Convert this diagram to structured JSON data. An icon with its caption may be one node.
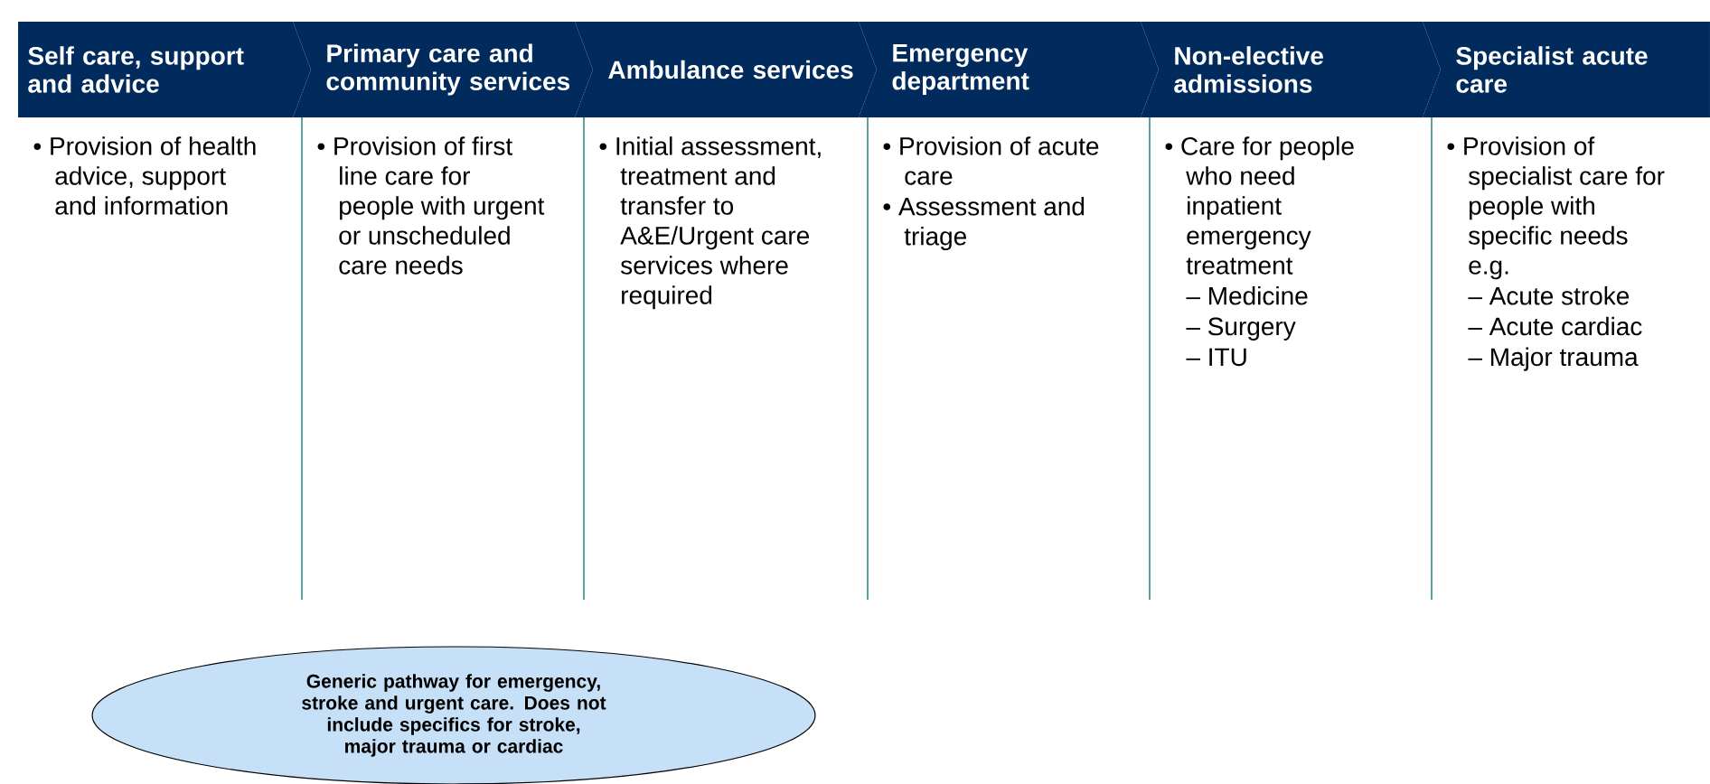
{
  "diagram": {
    "nodes": [
      {
        "text": [
          "Self care, support and advice",
          "• Provision of health advice, support and information"
        ]
      },
      {
        "text": [
          "Primary care and community services",
          "• Provision of first line care for people with urgent or unscheduled care needs"
        ]
      },
      {
        "text": [
          "Ambulance services",
          "• Initial assessment, treatment and transfer to A&E/Urgent care services where required"
        ]
      },
      {
        "text": [
          "Emergency department",
          "• Provision of acute care",
          "• Assessment and triage"
        ]
      },
      {
        "text": [
          "Non-elective admissions",
          "• Care for people who need inpatient emergency treatment",
          "– Medicine",
          "– Surgery",
          "– ITU"
        ]
      },
      {
        "text": [
          "Specialist acute care",
          "• Provision of specialist care for people with specific needs e.g.",
          "– Acute stroke",
          "– Acute cardiac",
          "– Major trauma"
        ]
      },
      {
        "text": [
          "Generic pathway for emergency, stroke and urgent care. Does not include specifics for stroke, major trauma or cardiac"
        ]
      }
    ]
  }
}
